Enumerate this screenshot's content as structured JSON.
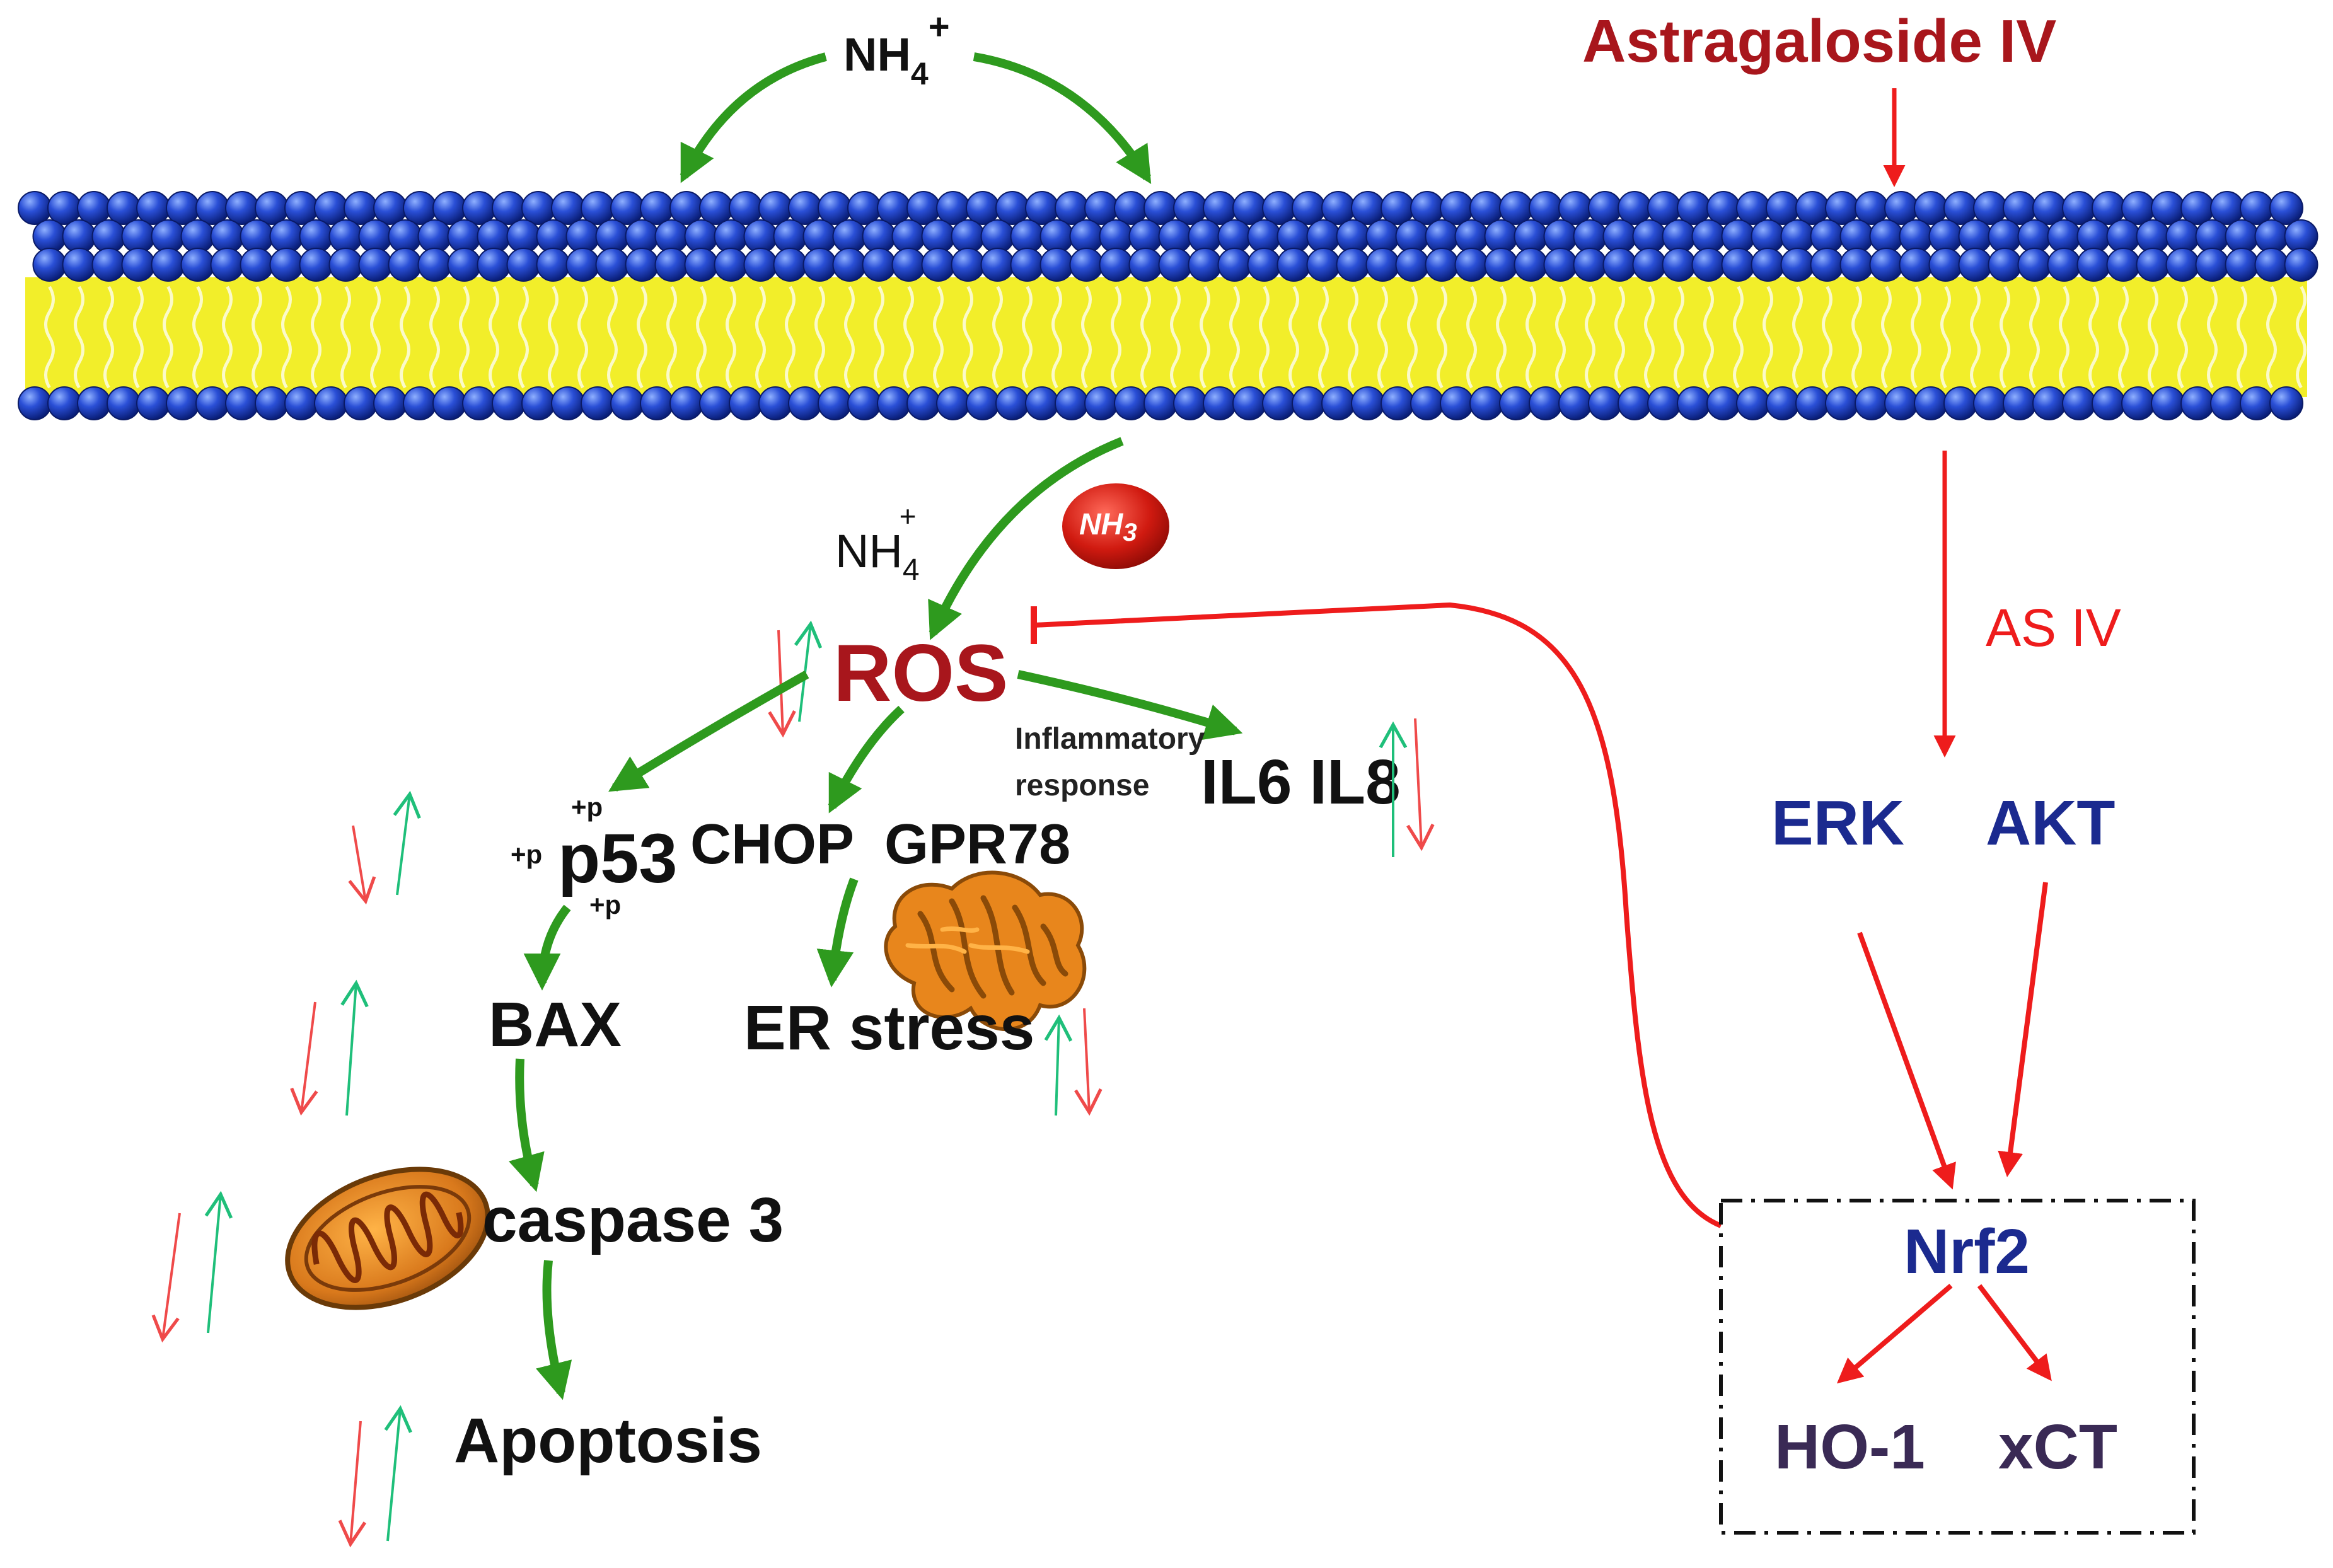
{
  "labels": {
    "nh4_top": "NH",
    "nh4_top_sub": "4",
    "nh4_top_sup": "+",
    "nh4_mid": "NH",
    "nh4_mid_sub": "4",
    "nh4_mid_sup": "+",
    "nh3": "NH",
    "nh3_sub": "3",
    "astragaloside": "Astragaloside IV",
    "as_iv": "AS  IV",
    "ros": "ROS",
    "inflammatory_1": "Inflammatory",
    "inflammatory_2": "response",
    "il6_il8": "IL6 IL8",
    "p53": "p53",
    "p53_phos_top": "+p",
    "p53_phos_left": "+p",
    "p53_phos_bottom": "+p",
    "chop": "CHOP",
    "gpr78": "GPR78",
    "bax": "BAX",
    "er_stress": "ER stress",
    "caspase3": "caspase 3",
    "apoptosis": "Apoptosis",
    "erk": "ERK",
    "akt": "AKT",
    "nrf2": "Nrf2",
    "ho1": "HO-1",
    "xct": "xCT"
  },
  "colors": {
    "green_arrow": "#2e9a1e",
    "red_arrow": "#ee1c1c",
    "ros_text": "#a8161c",
    "astragaloside_text": "#a8161c",
    "blue_text": "#1b2a8f",
    "purple_text": "#3a2a55",
    "membrane_blue": "#1a3fc4",
    "membrane_yellow": "#f2ee2a",
    "updown_red": "#ef4a4a",
    "updown_green": "#1fbf7a"
  },
  "icons": [
    "membrane-bilayer",
    "nh3-molecule-icon",
    "mitochondrion-icon",
    "endoplasmic-reticulum-icon"
  ]
}
